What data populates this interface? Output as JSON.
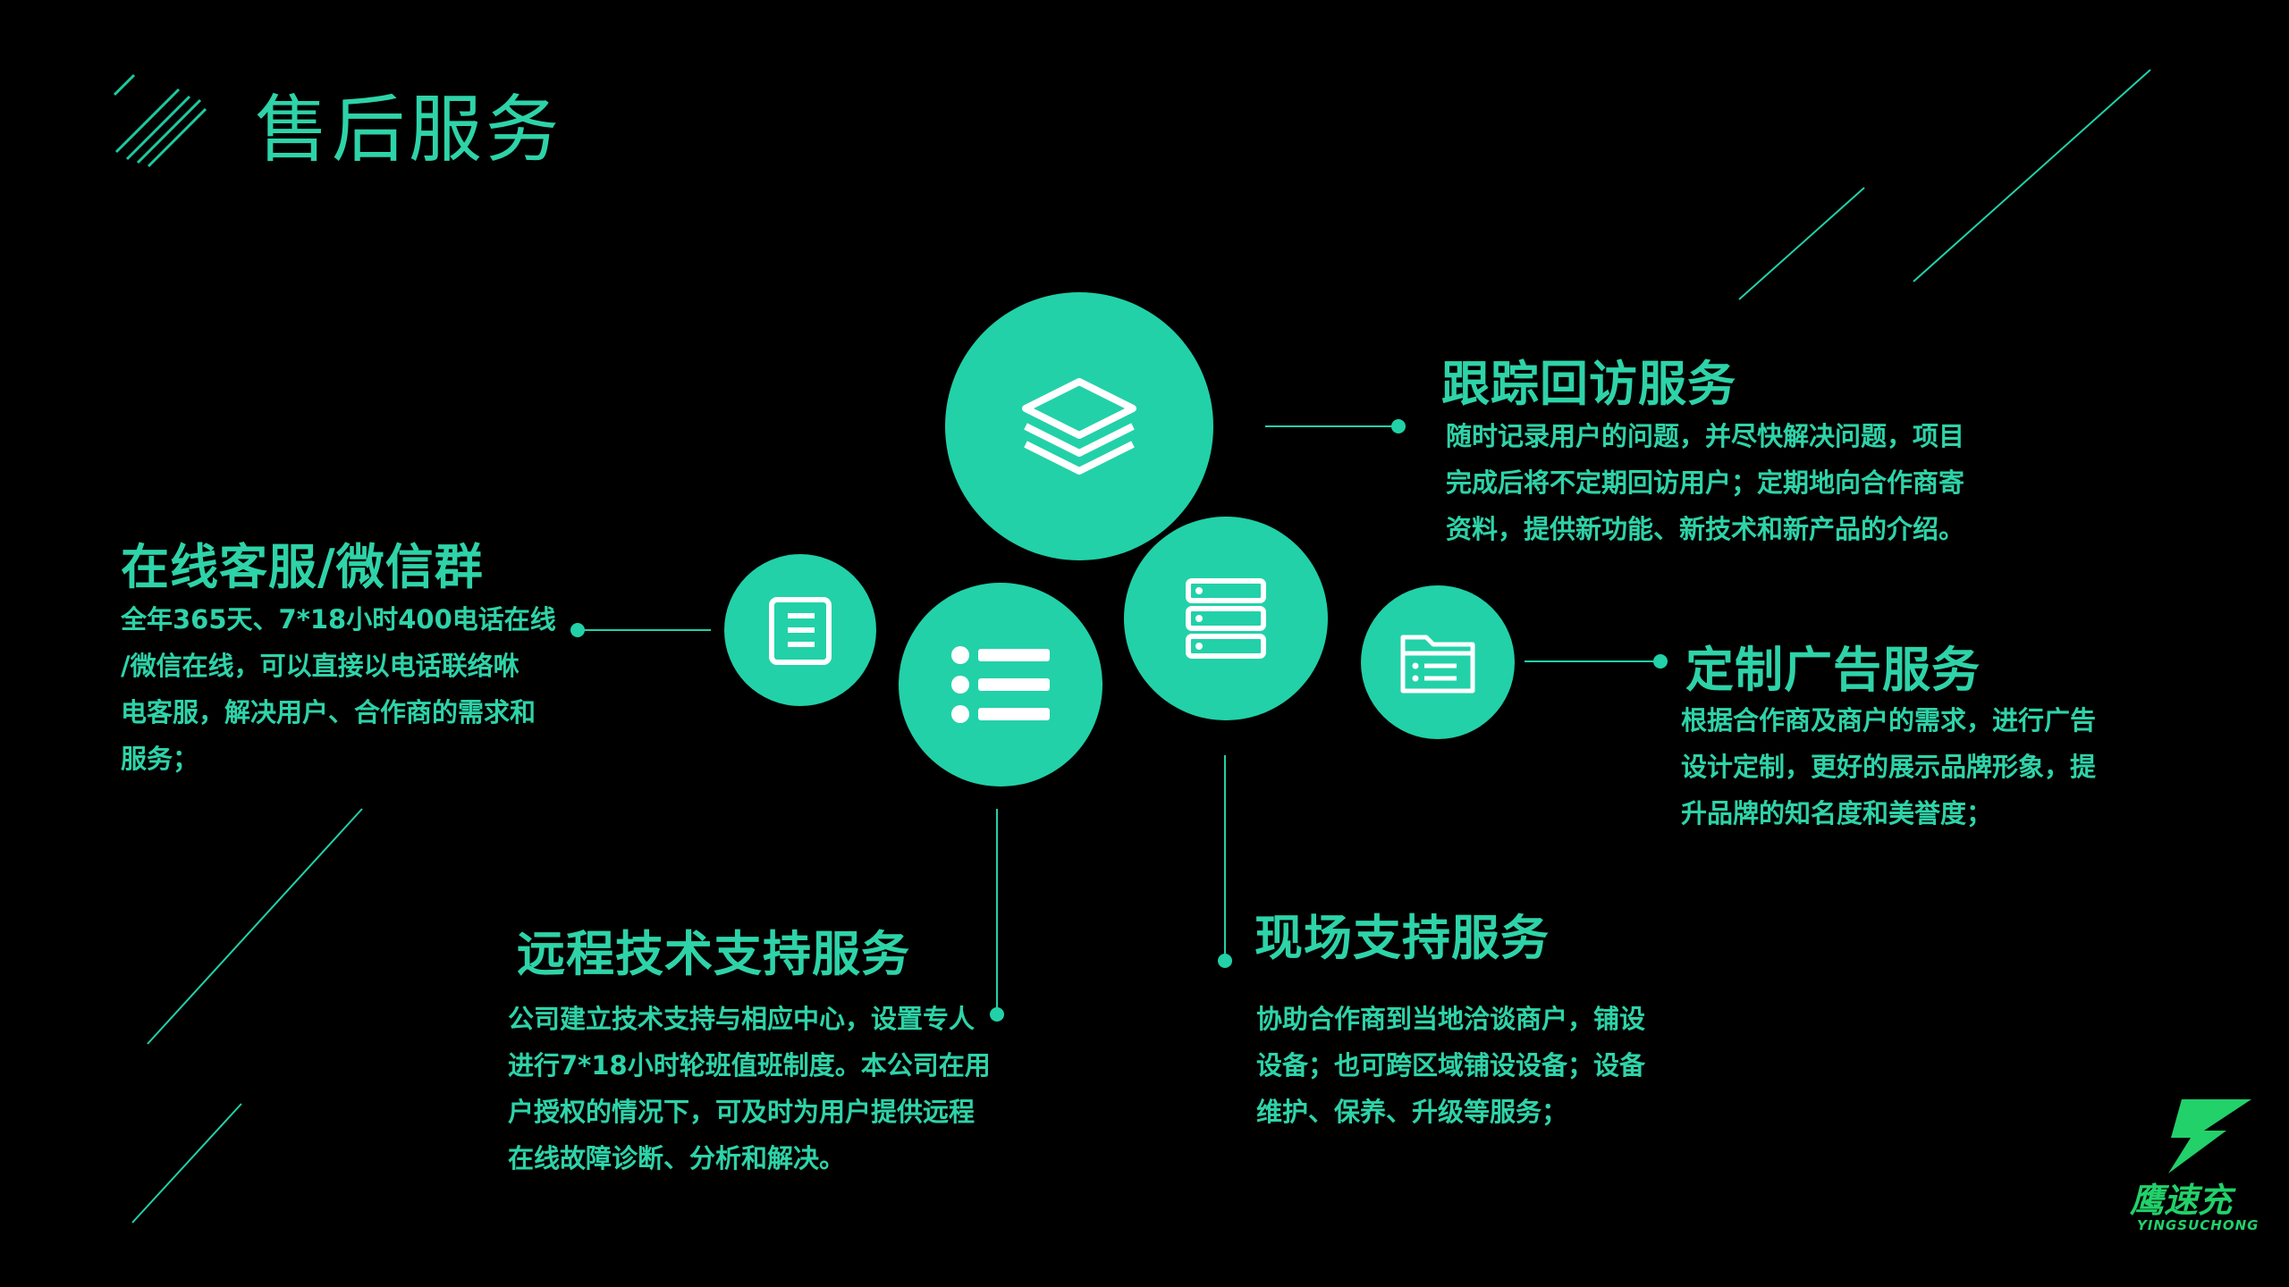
{
  "page": {
    "title": "售后服务",
    "accent": "#22d1a8"
  },
  "services": {
    "online": {
      "title": "在线客服/微信群",
      "lines": [
        "全年365天、7*18小时400电话在线",
        "/微信在线，可以直接以电话联络咻",
        "电客服，解决用户、合作商的需求和",
        "服务；"
      ],
      "icon": "document-icon"
    },
    "remote": {
      "title": "远程技术支持服务",
      "lines": [
        "公司建立技术支持与相应中心，设置专人",
        "进行7*18小时轮班值班制度。本公司在用",
        "户授权的情况下，可及时为用户提供远程",
        "在线故障诊断、分析和解决。"
      ],
      "icon": "list-icon"
    },
    "tracking": {
      "title": "跟踪回访服务",
      "lines": [
        "随时记录用户的问题，并尽快解决问题，项目",
        "完成后将不定期回访用户；定期地向合作商寄",
        "资料，提供新功能、新技术和新产品的介绍。"
      ],
      "icon": "layers-icon"
    },
    "onsite": {
      "title": "现场支持服务",
      "lines": [
        "协助合作商到当地洽谈商户，铺设",
        "设备；也可跨区域铺设设备；设备",
        "维护、保养、升级等服务；"
      ],
      "icon": "server-icon"
    },
    "ads": {
      "title": "定制广告服务",
      "lines": [
        "根据合作商及商户的需求，进行广告",
        "设计定制，更好的展示品牌形象，提",
        "升品牌的知名度和美誉度；"
      ],
      "icon": "folder-icon"
    }
  },
  "logo": {
    "name": "鹰速充",
    "sub": "YINGSUCHONG",
    "icon": "lightning-icon",
    "color": "#22d16a"
  }
}
